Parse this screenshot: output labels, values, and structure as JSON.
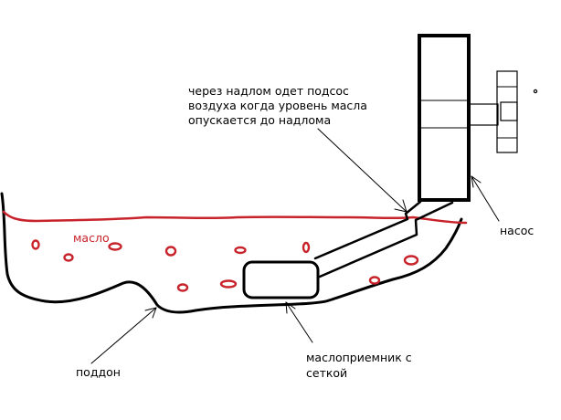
{
  "labels": {
    "note_line1": "через надлом одет подсос",
    "note_line2": "воздуха когда уровень масла",
    "note_line3": "опускается до надлома",
    "oil": "масло",
    "pump": "насос",
    "pan": "поддон",
    "pickup_line1": "маслоприемник с",
    "pickup_line2": "сеткой"
  },
  "colors": {
    "stroke": "#000000",
    "oil": "#c8232b",
    "background": "#ffffff"
  }
}
